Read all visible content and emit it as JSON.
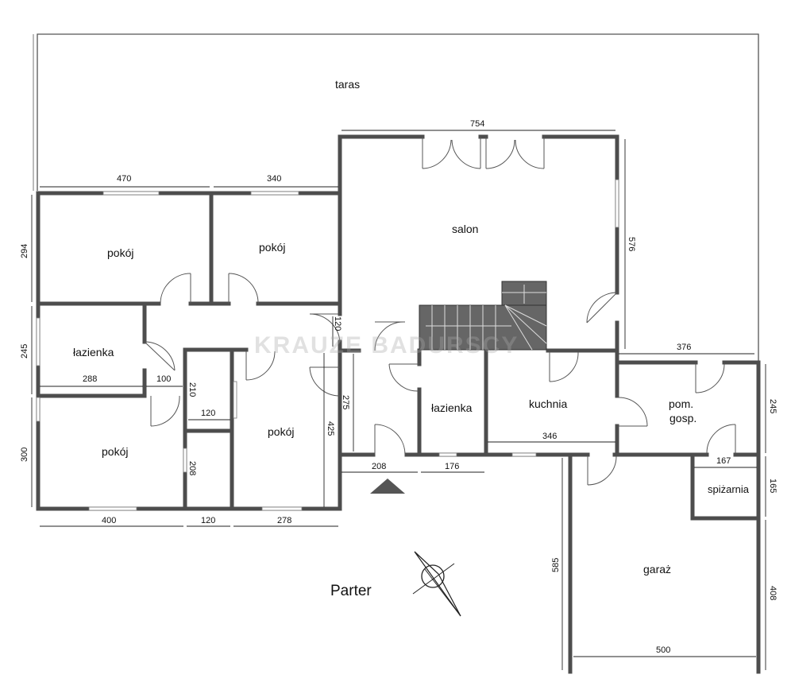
{
  "caption": "Parter",
  "watermark": "KRAUZE BADURSCY",
  "rooms": {
    "taras": "taras",
    "salon": "salon",
    "pokoj_1": "pokój",
    "pokoj_2": "pokój",
    "pokoj_3": "pokój",
    "pokoj_4": "pokój",
    "lazienka_1": "łazienka",
    "lazienka_2": "łazienka",
    "kuchnia": "kuchnia",
    "pom_gosp_line1": "pom.",
    "pom_gosp_line2": "gosp.",
    "spizarnia": "spiżarnia",
    "garaz": "garaż"
  },
  "dimensions": {
    "d754": "754",
    "d470": "470",
    "d340": "340",
    "d294": "294",
    "d576": "576",
    "d245_left": "245",
    "d120_vert": "120",
    "d288": "288",
    "d100": "100",
    "d210": "210",
    "d120_mid": "120",
    "d275": "275",
    "d425": "425",
    "d376": "376",
    "d346": "346",
    "d245_right": "245",
    "d300": "300",
    "d208_vert": "208",
    "d208_horiz": "208",
    "d176": "176",
    "d167": "167",
    "d165": "165",
    "d400": "400",
    "d120_bottom": "120",
    "d278": "278",
    "d585": "585",
    "d408": "408",
    "d500": "500"
  },
  "colors": {
    "wall": "#4d4d4d",
    "stairs": "#666666",
    "entrance_marker": "#555555"
  },
  "icons": {
    "compass": "north-arrow-icon",
    "entrance": "entrance-triangle-icon"
  }
}
